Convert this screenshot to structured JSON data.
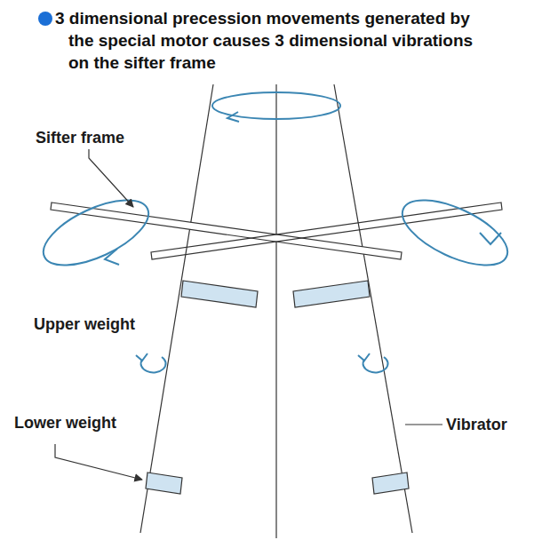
{
  "diagram": {
    "title": "3 dimensional precession movements generated by the special motor causes 3 dimensional vibrations on the sifter frame",
    "labels": [
      "Sifter frame",
      "Upper weight",
      "Lower weight",
      "Vibrator"
    ]
  }
}
